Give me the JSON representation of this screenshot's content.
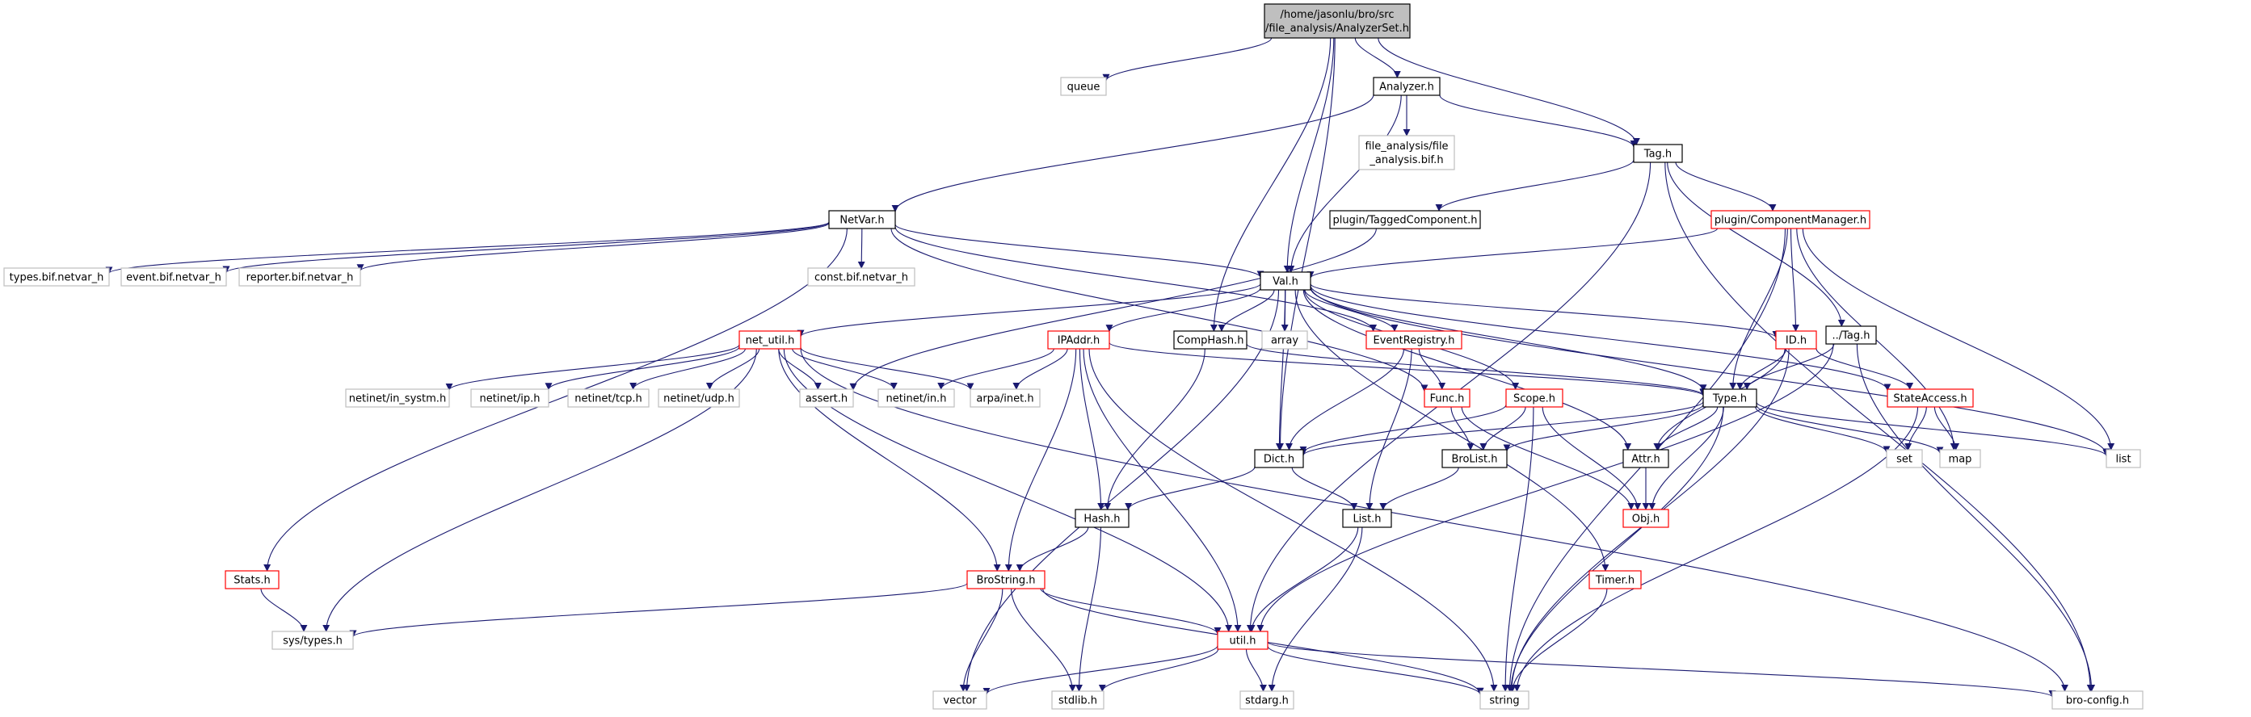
{
  "diagram": {
    "edge_color": "#191970",
    "nodes": [
      {
        "id": "root",
        "lines": [
          "/home/jasonlu/bro/src",
          "/file_analysis/AnalyzerSet.h"
        ],
        "style": "root"
      },
      {
        "id": "queue",
        "lines": [
          "queue"
        ],
        "style": "ext"
      },
      {
        "id": "analyzer",
        "lines": [
          "Analyzer.h"
        ],
        "style": "black"
      },
      {
        "id": "fa_bif",
        "lines": [
          "file_analysis/file",
          "_analysis.bif.h"
        ],
        "style": "ext"
      },
      {
        "id": "tag",
        "lines": [
          "Tag.h"
        ],
        "style": "black"
      },
      {
        "id": "tagged",
        "lines": [
          "plugin/TaggedComponent.h"
        ],
        "style": "black"
      },
      {
        "id": "compmgr",
        "lines": [
          "plugin/ComponentManager.h"
        ],
        "style": "red"
      },
      {
        "id": "netvar",
        "lines": [
          "NetVar.h"
        ],
        "style": "black"
      },
      {
        "id": "types_bif",
        "lines": [
          "types.bif.netvar_h"
        ],
        "style": "ext"
      },
      {
        "id": "event_bif",
        "lines": [
          "event.bif.netvar_h"
        ],
        "style": "ext"
      },
      {
        "id": "reporter_bif",
        "lines": [
          "reporter.bif.netvar_h"
        ],
        "style": "ext"
      },
      {
        "id": "const_bif",
        "lines": [
          "const.bif.netvar_h"
        ],
        "style": "ext"
      },
      {
        "id": "val",
        "lines": [
          "Val.h"
        ],
        "style": "black"
      },
      {
        "id": "net_util",
        "lines": [
          "net_util.h"
        ],
        "style": "red"
      },
      {
        "id": "ipaddr",
        "lines": [
          "IPAddr.h"
        ],
        "style": "red"
      },
      {
        "id": "comphash",
        "lines": [
          "CompHash.h"
        ],
        "style": "black"
      },
      {
        "id": "array",
        "lines": [
          "array"
        ],
        "style": "ext"
      },
      {
        "id": "eventreg",
        "lines": [
          "EventRegistry.h"
        ],
        "style": "red"
      },
      {
        "id": "id",
        "lines": [
          "ID.h"
        ],
        "style": "red"
      },
      {
        "id": "dtag",
        "lines": [
          "../Tag.h"
        ],
        "style": "black"
      },
      {
        "id": "in_systm",
        "lines": [
          "netinet/in_systm.h"
        ],
        "style": "ext"
      },
      {
        "id": "ip",
        "lines": [
          "netinet/ip.h"
        ],
        "style": "ext"
      },
      {
        "id": "tcp",
        "lines": [
          "netinet/tcp.h"
        ],
        "style": "ext"
      },
      {
        "id": "udp",
        "lines": [
          "netinet/udp.h"
        ],
        "style": "ext"
      },
      {
        "id": "assert",
        "lines": [
          "assert.h"
        ],
        "style": "ext"
      },
      {
        "id": "netin",
        "lines": [
          "netinet/in.h"
        ],
        "style": "ext"
      },
      {
        "id": "arpa",
        "lines": [
          "arpa/inet.h"
        ],
        "style": "ext"
      },
      {
        "id": "func",
        "lines": [
          "Func.h"
        ],
        "style": "red"
      },
      {
        "id": "scope",
        "lines": [
          "Scope.h"
        ],
        "style": "red"
      },
      {
        "id": "type",
        "lines": [
          "Type.h"
        ],
        "style": "black"
      },
      {
        "id": "stateaccess",
        "lines": [
          "StateAccess.h"
        ],
        "style": "red"
      },
      {
        "id": "dict",
        "lines": [
          "Dict.h"
        ],
        "style": "black"
      },
      {
        "id": "brolist",
        "lines": [
          "BroList.h"
        ],
        "style": "black"
      },
      {
        "id": "attr",
        "lines": [
          "Attr.h"
        ],
        "style": "black"
      },
      {
        "id": "set",
        "lines": [
          "set"
        ],
        "style": "ext"
      },
      {
        "id": "map",
        "lines": [
          "map"
        ],
        "style": "ext"
      },
      {
        "id": "list",
        "lines": [
          "list"
        ],
        "style": "ext"
      },
      {
        "id": "hash",
        "lines": [
          "Hash.h"
        ],
        "style": "black"
      },
      {
        "id": "listh",
        "lines": [
          "List.h"
        ],
        "style": "black"
      },
      {
        "id": "obj",
        "lines": [
          "Obj.h"
        ],
        "style": "red"
      },
      {
        "id": "stats",
        "lines": [
          "Stats.h"
        ],
        "style": "red"
      },
      {
        "id": "brostring",
        "lines": [
          "BroString.h"
        ],
        "style": "red"
      },
      {
        "id": "timer",
        "lines": [
          "Timer.h"
        ],
        "style": "red"
      },
      {
        "id": "systypes",
        "lines": [
          "sys/types.h"
        ],
        "style": "ext"
      },
      {
        "id": "util",
        "lines": [
          "util.h"
        ],
        "style": "red"
      },
      {
        "id": "vector",
        "lines": [
          "vector"
        ],
        "style": "ext"
      },
      {
        "id": "stdlib",
        "lines": [
          "stdlib.h"
        ],
        "style": "ext"
      },
      {
        "id": "stdarg",
        "lines": [
          "stdarg.h"
        ],
        "style": "ext"
      },
      {
        "id": "string",
        "lines": [
          "string"
        ],
        "style": "ext"
      },
      {
        "id": "broconfig",
        "lines": [
          "bro-config.h"
        ],
        "style": "ext"
      }
    ],
    "edges": [
      [
        "root",
        "queue"
      ],
      [
        "root",
        "analyzer"
      ],
      [
        "root",
        "tag"
      ],
      [
        "root",
        "val"
      ],
      [
        "root",
        "comphash"
      ],
      [
        "root",
        "dict"
      ],
      [
        "analyzer",
        "fa_bif"
      ],
      [
        "analyzer",
        "tag"
      ],
      [
        "analyzer",
        "netvar"
      ],
      [
        "analyzer",
        "val"
      ],
      [
        "tag",
        "tagged"
      ],
      [
        "tag",
        "compmgr"
      ],
      [
        "tag",
        "dtag"
      ],
      [
        "tag",
        "util"
      ],
      [
        "tag",
        "broconfig"
      ],
      [
        "tagged",
        "assert"
      ],
      [
        "compmgr",
        "val"
      ],
      [
        "compmgr",
        "id"
      ],
      [
        "compmgr",
        "type"
      ],
      [
        "compmgr",
        "map"
      ],
      [
        "compmgr",
        "list"
      ],
      [
        "compmgr",
        "string"
      ],
      [
        "netvar",
        "types_bif"
      ],
      [
        "netvar",
        "event_bif"
      ],
      [
        "netvar",
        "reporter_bif"
      ],
      [
        "netvar",
        "const_bif"
      ],
      [
        "netvar",
        "val"
      ],
      [
        "netvar",
        "eventreg"
      ],
      [
        "netvar",
        "func"
      ],
      [
        "netvar",
        "stats"
      ],
      [
        "val",
        "net_util"
      ],
      [
        "val",
        "ipaddr"
      ],
      [
        "val",
        "comphash"
      ],
      [
        "val",
        "array"
      ],
      [
        "val",
        "eventreg"
      ],
      [
        "val",
        "id"
      ],
      [
        "val",
        "scope"
      ],
      [
        "val",
        "type"
      ],
      [
        "val",
        "attr"
      ],
      [
        "val",
        "timer"
      ],
      [
        "val",
        "stateaccess"
      ],
      [
        "val",
        "dict"
      ],
      [
        "val",
        "list"
      ],
      [
        "val",
        "vector"
      ],
      [
        "net_util",
        "in_systm"
      ],
      [
        "net_util",
        "ip"
      ],
      [
        "net_util",
        "tcp"
      ],
      [
        "net_util",
        "udp"
      ],
      [
        "net_util",
        "assert"
      ],
      [
        "net_util",
        "netin"
      ],
      [
        "net_util",
        "arpa"
      ],
      [
        "net_util",
        "systypes"
      ],
      [
        "net_util",
        "util"
      ],
      [
        "net_util",
        "brostring"
      ],
      [
        "net_util",
        "broconfig"
      ],
      [
        "ipaddr",
        "netin"
      ],
      [
        "ipaddr",
        "arpa"
      ],
      [
        "ipaddr",
        "type"
      ],
      [
        "ipaddr",
        "hash"
      ],
      [
        "ipaddr",
        "brostring"
      ],
      [
        "ipaddr",
        "util"
      ],
      [
        "ipaddr",
        "string"
      ],
      [
        "comphash",
        "type"
      ],
      [
        "comphash",
        "hash"
      ],
      [
        "eventreg",
        "func"
      ],
      [
        "eventreg",
        "dict"
      ],
      [
        "eventreg",
        "listh"
      ],
      [
        "id",
        "type"
      ],
      [
        "id",
        "attr"
      ],
      [
        "id",
        "stateaccess"
      ],
      [
        "id",
        "string"
      ],
      [
        "dtag",
        "type"
      ],
      [
        "dtag",
        "util"
      ],
      [
        "dtag",
        "broconfig"
      ],
      [
        "func",
        "brolist"
      ],
      [
        "func",
        "obj"
      ],
      [
        "scope",
        "dict"
      ],
      [
        "scope",
        "brolist"
      ],
      [
        "scope",
        "obj"
      ],
      [
        "scope",
        "string"
      ],
      [
        "type",
        "dict"
      ],
      [
        "type",
        "brolist"
      ],
      [
        "type",
        "attr"
      ],
      [
        "type",
        "obj"
      ],
      [
        "type",
        "set"
      ],
      [
        "type",
        "map"
      ],
      [
        "type",
        "list"
      ],
      [
        "type",
        "string"
      ],
      [
        "stateaccess",
        "set"
      ],
      [
        "stateaccess",
        "map"
      ],
      [
        "stateaccess",
        "string"
      ],
      [
        "dict",
        "hash"
      ],
      [
        "dict",
        "listh"
      ],
      [
        "brolist",
        "listh"
      ],
      [
        "attr",
        "obj"
      ],
      [
        "hash",
        "brostring"
      ],
      [
        "hash",
        "stdlib"
      ],
      [
        "listh",
        "util"
      ],
      [
        "listh",
        "stdarg"
      ],
      [
        "stats",
        "systypes"
      ],
      [
        "brostring",
        "systypes"
      ],
      [
        "brostring",
        "util"
      ],
      [
        "brostring",
        "vector"
      ],
      [
        "brostring",
        "stdlib"
      ],
      [
        "brostring",
        "string"
      ],
      [
        "timer",
        "string"
      ],
      [
        "util",
        "vector"
      ],
      [
        "util",
        "stdlib"
      ],
      [
        "util",
        "stdarg"
      ],
      [
        "util",
        "string"
      ],
      [
        "util",
        "broconfig"
      ]
    ]
  }
}
